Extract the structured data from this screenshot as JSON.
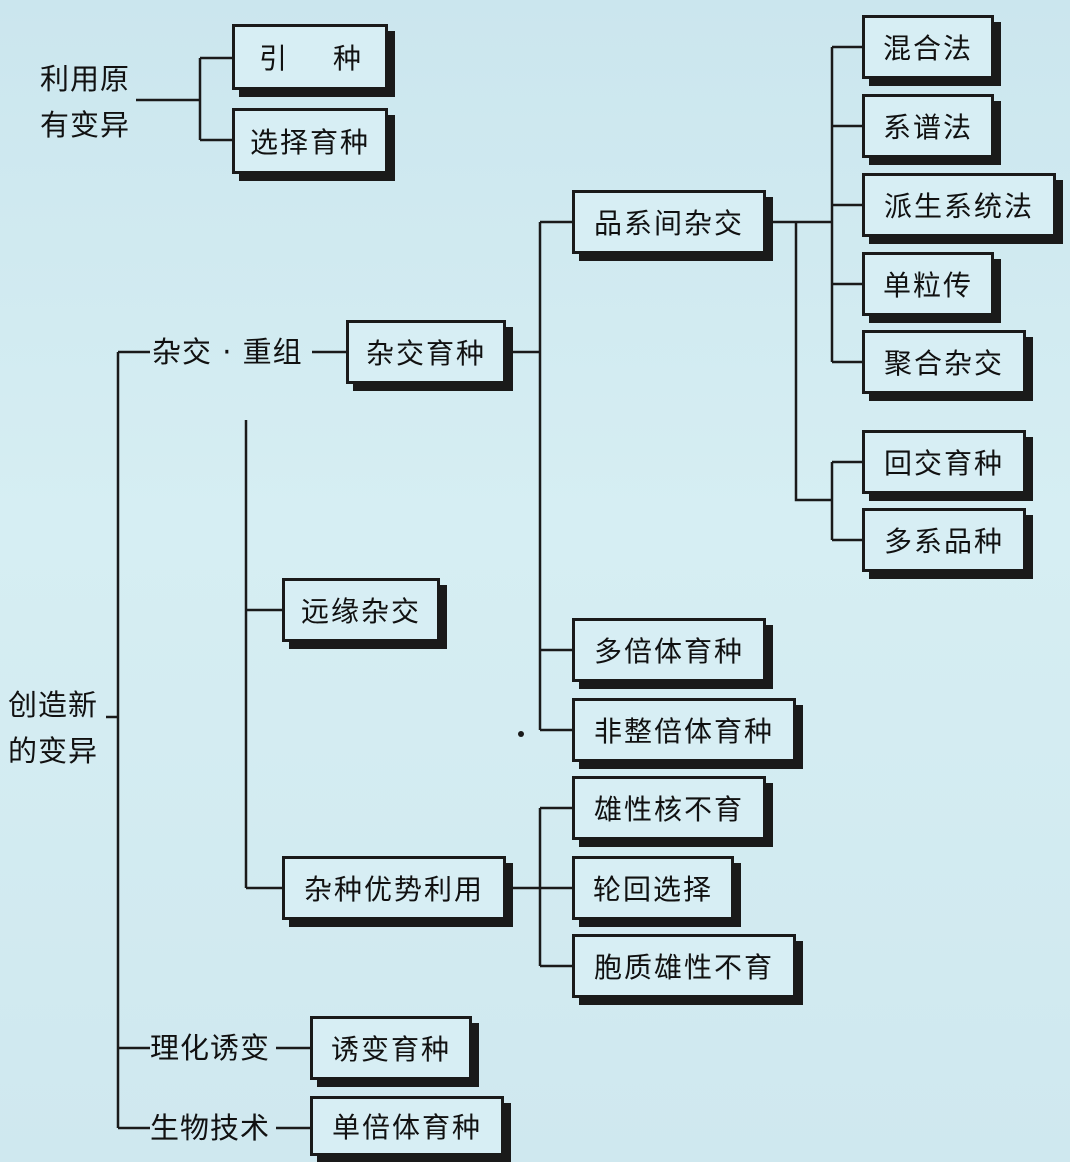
{
  "root": {
    "line1": "创造新",
    "line2": "的变异"
  },
  "categories": {
    "original": {
      "line1": "利用原",
      "line2": "有变异"
    },
    "hybrid": "杂交 · 重组",
    "mutation": "理化诱变",
    "biotech": "生物技术"
  },
  "nodes": {
    "introduction": "引种",
    "selection": "选择育种",
    "cross_breeding": "杂交育种",
    "intervarietal": "品系间杂交",
    "wide_cross": "远缘杂交",
    "heterosis": "杂种优势利用",
    "polyploid": "多倍体育种",
    "aneuploid": "非整倍体育种",
    "mutation_breeding": "诱变育种",
    "haploid": "单倍体育种",
    "bulk_method": "混合法",
    "pedigree_method": "系谱法",
    "derived_line_method": "派生系统法",
    "single_seed_descent": "单粒传",
    "convergent_cross": "聚合杂交",
    "backcross_breeding": "回交育种",
    "multiline_variety": "多系品种",
    "genic_male_sterility": "雄性核不育",
    "recurrent_selection": "轮回选择",
    "cytoplasmic_male_sterility": "胞质雄性不育"
  }
}
